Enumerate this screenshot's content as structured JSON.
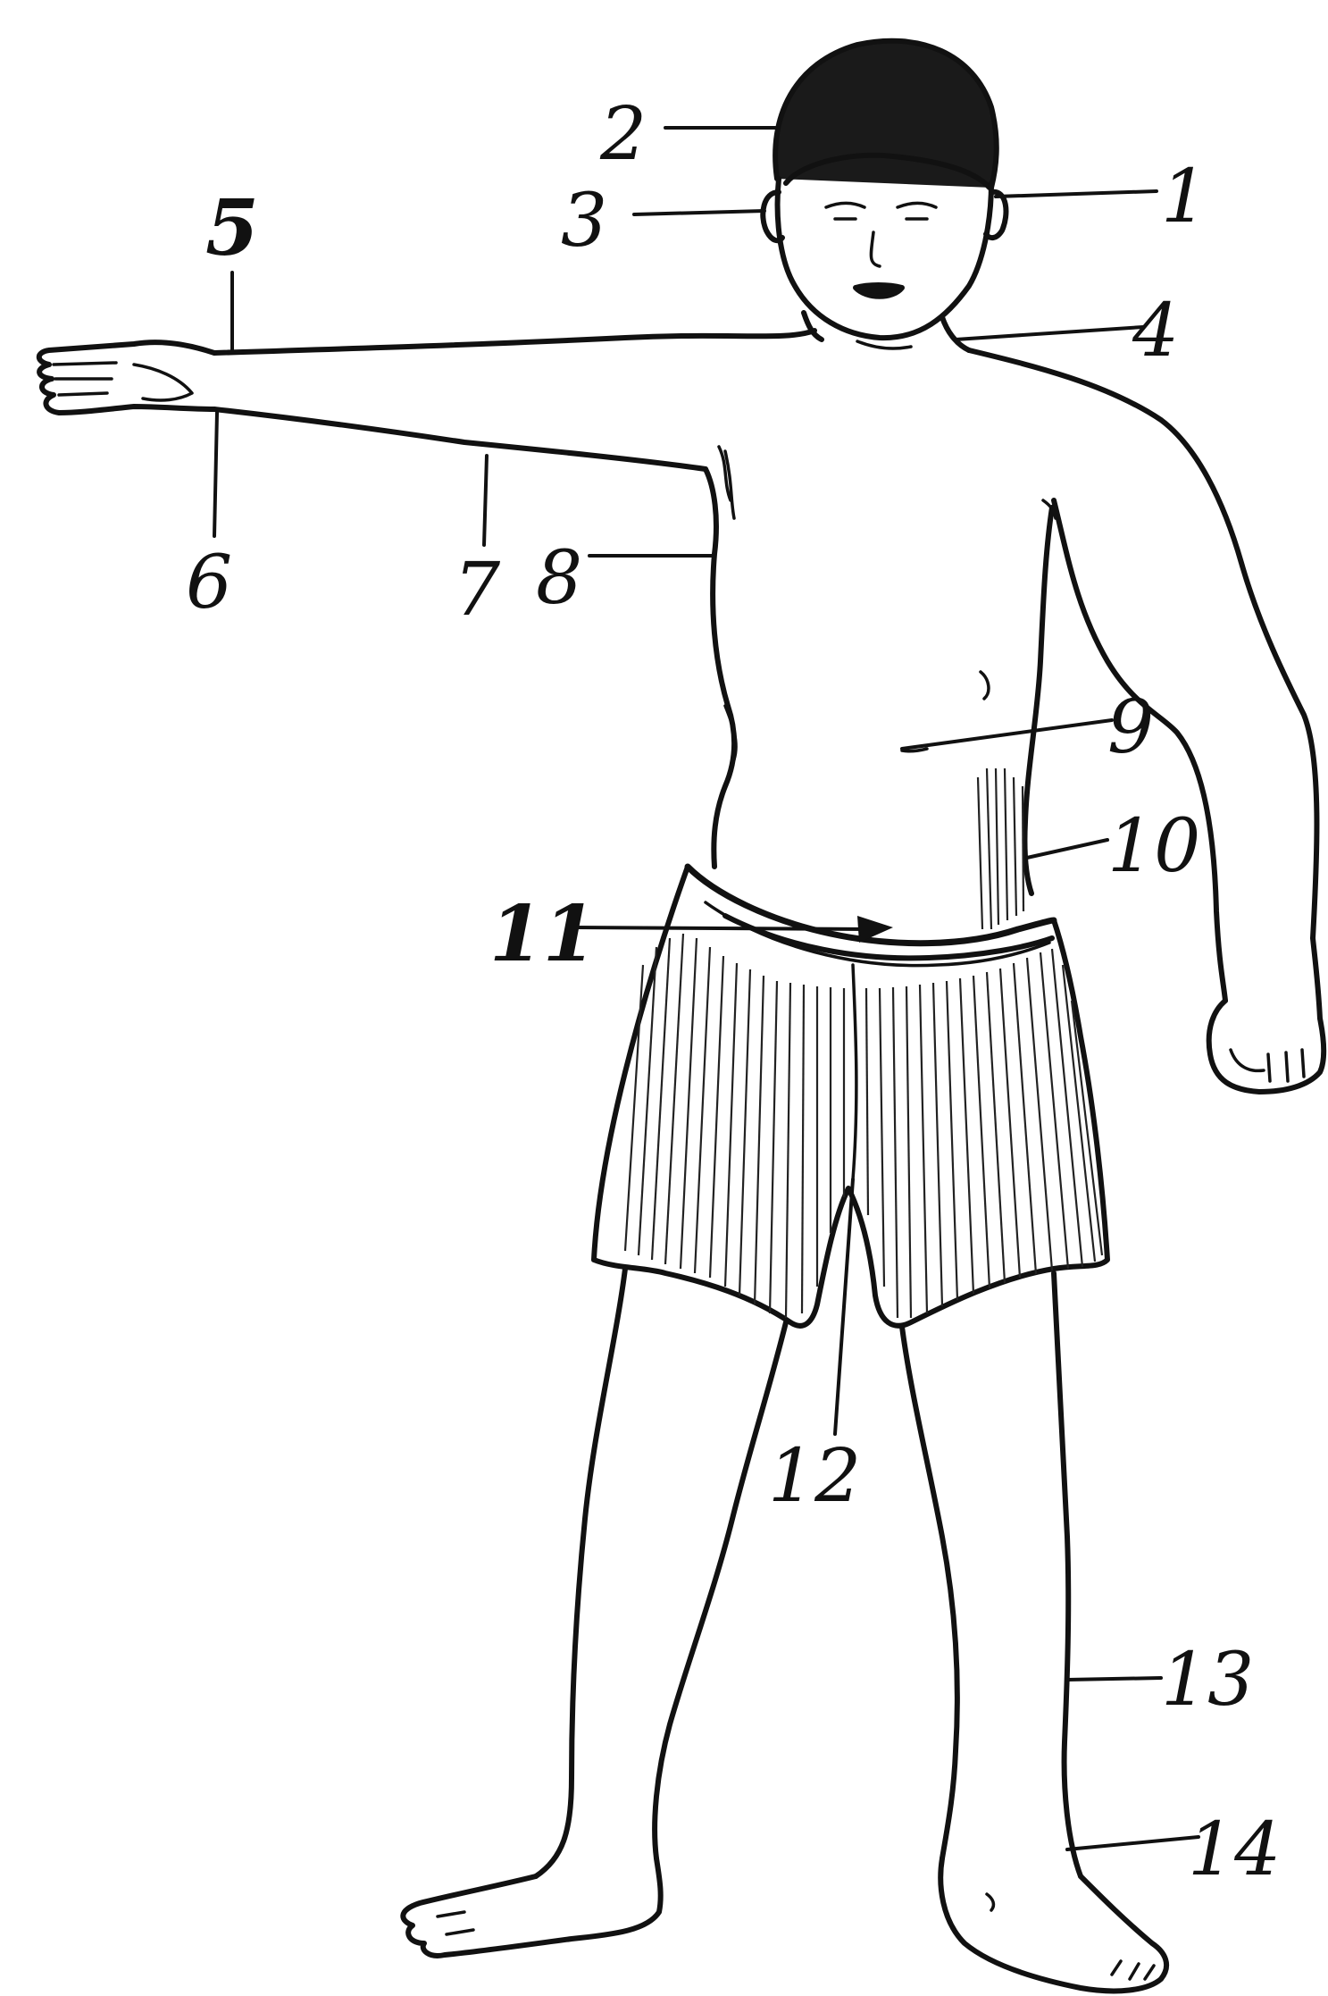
{
  "labels": [
    {
      "id": "1",
      "text": "1"
    },
    {
      "id": "2",
      "text": "2"
    },
    {
      "id": "3",
      "text": "3"
    },
    {
      "id": "4",
      "text": "4"
    },
    {
      "id": "5",
      "text": "5"
    },
    {
      "id": "6",
      "text": "6"
    },
    {
      "id": "7",
      "text": "7"
    },
    {
      "id": "8",
      "text": "8"
    },
    {
      "id": "9",
      "text": "9"
    },
    {
      "id": "10",
      "text": "10"
    },
    {
      "id": "11",
      "text": "11"
    },
    {
      "id": "12",
      "text": "12"
    },
    {
      "id": "13",
      "text": "13"
    },
    {
      "id": "14",
      "text": "14"
    }
  ],
  "colors": {
    "ink": "#111111",
    "background": "#ffffff"
  }
}
